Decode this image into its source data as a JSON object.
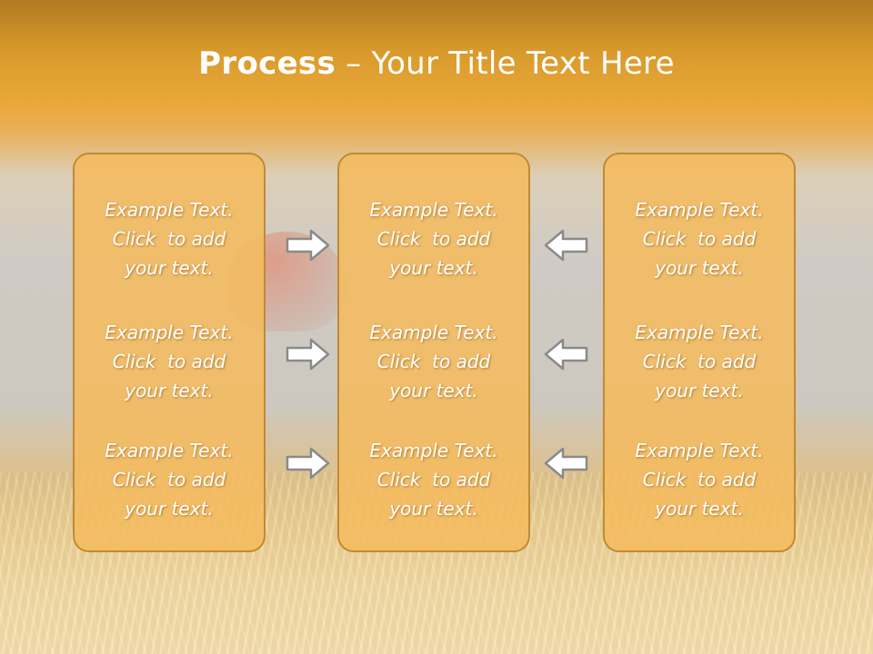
{
  "title": {
    "bold": "Process",
    "rest": " – Your Title Text Here"
  },
  "columns": [
    {
      "blocks": [
        {
          "line1": "Example Text.",
          "line2": "Click  to add",
          "line3": "your text."
        },
        {
          "line1": "Example Text.",
          "line2": "Click  to add",
          "line3": "your text."
        },
        {
          "line1": "Example Text.",
          "line2": "Click  to add",
          "line3": "your text."
        }
      ]
    },
    {
      "blocks": [
        {
          "line1": "Example Text.",
          "line2": "Click  to add",
          "line3": "your text."
        },
        {
          "line1": "Example Text.",
          "line2": "Click  to add",
          "line3": "your text."
        },
        {
          "line1": "Example Text.",
          "line2": "Click  to add",
          "line3": "your text."
        }
      ]
    },
    {
      "blocks": [
        {
          "line1": "Example Text.",
          "line2": "Click  to add",
          "line3": "your text."
        },
        {
          "line1": "Example Text.",
          "line2": "Click  to add",
          "line3": "your text."
        },
        {
          "line1": "Example Text.",
          "line2": "Click  to add",
          "line3": "your text."
        }
      ]
    }
  ],
  "arrows": {
    "left_group": "arrow-right-icon",
    "right_group": "arrow-left-icon"
  },
  "colors": {
    "box_fill": "#f4bb5f",
    "box_border": "#c08a34",
    "title_bar": "#eaa83a",
    "text": "#ffffff"
  }
}
